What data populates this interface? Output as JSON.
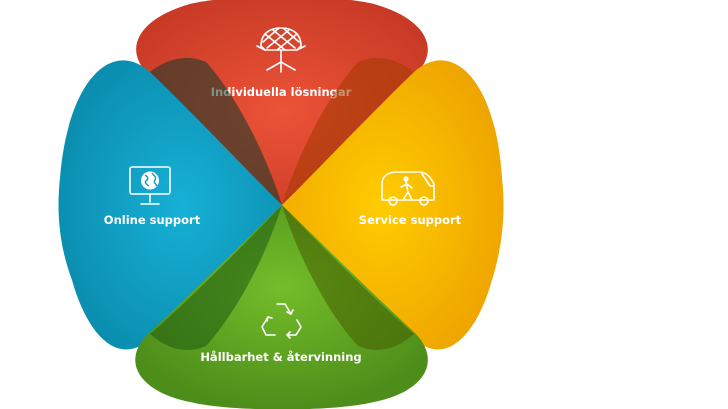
{
  "petals": [
    {
      "id": "individual",
      "label": "Individuella lösningar",
      "icon": "chair-icon",
      "color": "#d8412c"
    },
    {
      "id": "online",
      "label": "Online support",
      "icon": "monitor-globe-icon",
      "color": "#1aa3c6"
    },
    {
      "id": "service",
      "label": "Service support",
      "icon": "van-person-icon",
      "color": "#f3b400"
    },
    {
      "id": "sustainability",
      "label": "Hållbarhet & återvinning",
      "icon": "recycle-icon",
      "color": "#5f9c1f"
    }
  ]
}
